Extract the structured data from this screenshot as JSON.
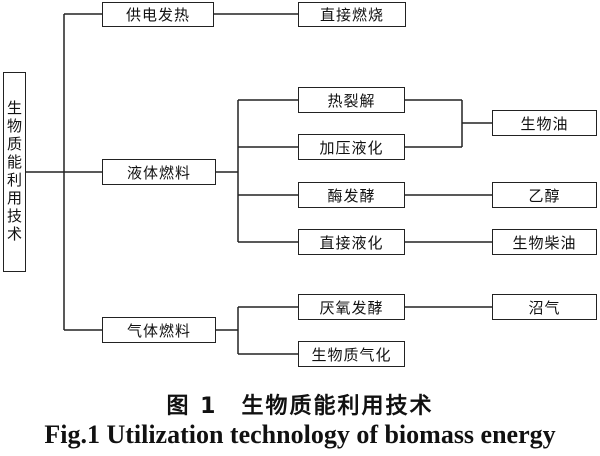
{
  "diagram": {
    "root": "生物质能利用技术",
    "branches": {
      "power_heat": "供电发热",
      "liquid_fuel": "液体燃料",
      "gas_fuel": "气体燃料"
    },
    "methods": {
      "direct_combustion": "直接燃烧",
      "pyrolysis": "热裂解",
      "pressurized_liquefaction": "加压液化",
      "enzymatic_fermentation": "酶发酵",
      "direct_liquefaction": "直接液化",
      "anaerobic_fermentation": "厌氧发酵",
      "biomass_gasification": "生物质气化"
    },
    "products": {
      "bio_oil": "生物油",
      "ethanol": "乙醇",
      "biodiesel": "生物柴油",
      "biogas": "沼气"
    }
  },
  "caption": {
    "cn": "图 1　生物质能利用技术",
    "en": "Fig.1 Utilization technology of biomass energy"
  }
}
